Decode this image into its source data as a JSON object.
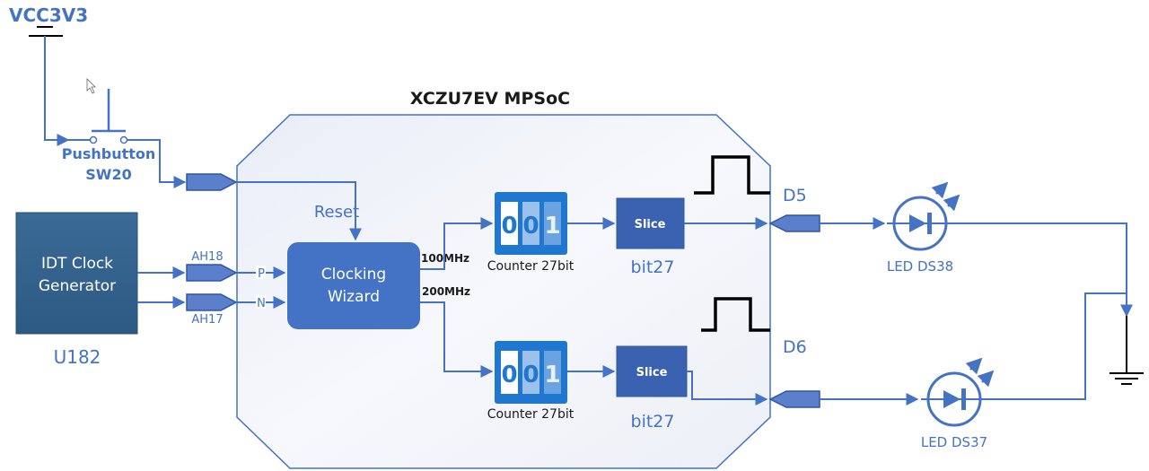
{
  "diagram": {
    "title": "XCZU7EV MPSoC",
    "power": {
      "label": "VCC3V3"
    },
    "pushbutton": {
      "label_line1": "Pushbutton",
      "label_line2": "SW20"
    },
    "clock_generator": {
      "line1": "IDT Clock",
      "line2": "Generator",
      "ref": "U182"
    },
    "pins": {
      "p_pin": "AH18",
      "n_pin": "AH17",
      "p_label": "P",
      "n_label": "N",
      "led1_pin": "D5",
      "led2_pin": "D6"
    },
    "reset_label": "Reset",
    "clocking_wizard": {
      "line1": "Clocking",
      "line2": "Wizard",
      "out1": "100MHz",
      "out2": "200MHz"
    },
    "counters": [
      {
        "digits": [
          "0",
          "0",
          "1"
        ],
        "label": "Counter 27bit"
      },
      {
        "digits": [
          "0",
          "0",
          "1"
        ],
        "label": "Counter 27bit"
      }
    ],
    "slices": [
      {
        "label": "Slice",
        "bit": "bit27"
      },
      {
        "label": "Slice",
        "bit": "bit27"
      }
    ],
    "leds": [
      {
        "label": "LED DS38"
      },
      {
        "label": "LED DS37"
      }
    ],
    "colors": {
      "wire": "#4472c4",
      "clock_gen_fill": "#2e5e8a",
      "wizard_fill": "#4472c4",
      "counter_fill": "#1f77d0",
      "slice_fill": "#3a62b0",
      "fpga_fill": "#eef1f8"
    }
  }
}
